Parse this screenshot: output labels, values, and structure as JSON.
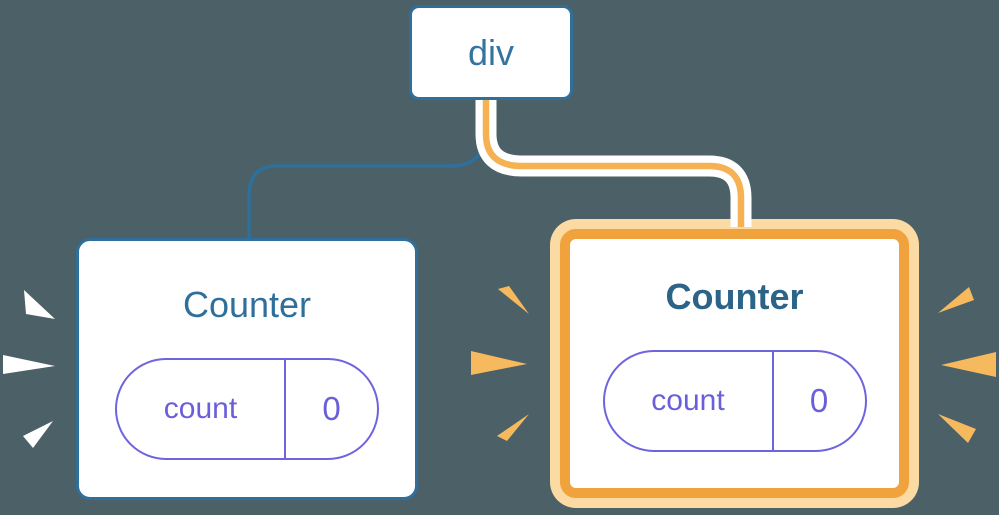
{
  "diagram": {
    "root": {
      "label": "div"
    },
    "children": [
      {
        "title": "Counter",
        "state_key": "count",
        "state_value": "0",
        "highlighted": false,
        "burst": "white-rays"
      },
      {
        "title": "Counter",
        "state_key": "count",
        "state_value": "0",
        "highlighted": true,
        "burst": "orange-rays-both-sides"
      }
    ]
  },
  "colors": {
    "background": "#4B6067",
    "card_background": "#FFFFFF",
    "blue_border": "#2F6F9C",
    "blue_text": "#35749E",
    "purple": "#6A5FDB",
    "purple_border": "#6E64DD",
    "highlight_border": "#F0A23C",
    "highlight_halo": "#FBDAA3",
    "connector_orange": "#F5B152",
    "connector_casing": "#FFFFFF",
    "sparkle_orange": "#F7B95E",
    "sparkle_white": "#FFFFFF"
  }
}
